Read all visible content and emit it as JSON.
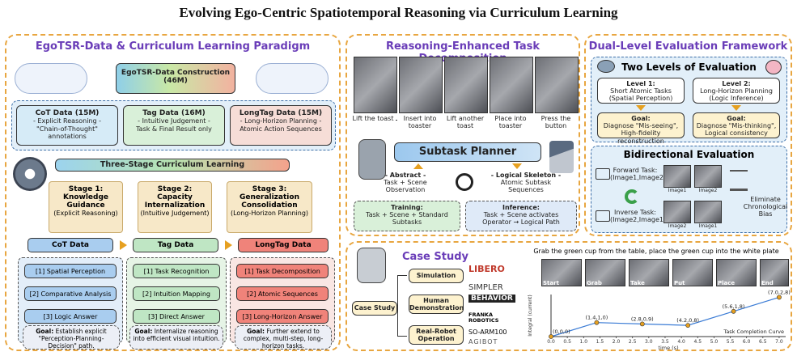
{
  "title": "Evolving Ego-Centric Spatiotemporal Reasoning via Curriculum Learning",
  "left": {
    "title": "EgoTSR-Data & Curriculum Learning Paradigm",
    "construction": "EgoTSR-Data Construction (46M)",
    "cot": {
      "title": "CoT Data (15M)",
      "l1": "- Explicit Reasoning -",
      "l2": "\"Chain-of-Thought\" annotations"
    },
    "tag": {
      "title": "Tag Data (16M)",
      "l1": "- Intuitive Judgement -",
      "l2": "Task & Final Result only"
    },
    "long": {
      "title": "LongTag Data (15M)",
      "l1": "- Long-Horizon Planning -",
      "l2": "Atomic Action Sequences"
    },
    "curriculum": "Three-Stage Curriculum Learning",
    "stage1": {
      "a": "Stage 1:",
      "b": "Knowledge",
      "c": "Guidance",
      "d": "(Explicit Reasoning)"
    },
    "stage2": {
      "a": "Stage 2:",
      "b": "Capacity",
      "c": "Internalization",
      "d": "(Intuitive Judgement)"
    },
    "stage3": {
      "a": "Stage 3:",
      "b": "Generalization",
      "c": "Consolidation",
      "d": "(Long-Horizon Planning)"
    },
    "col1": {
      "head": "CoT Data",
      "s1": "[1] Spatial Perception",
      "s2": "[2] Comparative Analysis",
      "s3": "[3] Logic Answer",
      "goal": "Establish explicit \"Perception-Planning-Decision\" path."
    },
    "col2": {
      "head": "Tag Data",
      "s1": "[1] Task Recognition",
      "s2": "[2] Intuition Mapping",
      "s3": "[3] Direct Answer",
      "goal": "Internalize reasoning into efficient visual intuition."
    },
    "col3": {
      "head": "LongTag Data",
      "s1": "[1] Task Decomposition",
      "s2": "[2] Atomic Sequences",
      "s3": "[3] Long-Horizon Answer",
      "goal": "Further extend to complex, multi-step, long-horizon tasks."
    },
    "goal_label": "Goal:"
  },
  "mid": {
    "title": "Reasoning-Enhanced Task Decomposition",
    "steps": [
      "Lift the toast",
      "Insert into toaster",
      "Lift another toast",
      "Place into toaster",
      "Press the button"
    ],
    "planner": "Subtask Planner",
    "abstract": {
      "a": "- Abstract -",
      "b": "Task + Scene",
      "c": "Observation"
    },
    "skeleton": {
      "a": "- Logical Skeleton -",
      "b": "Atomic Subtask",
      "c": "Sequences"
    },
    "training": {
      "a": "Training:",
      "b": "Task + Scene + Standard",
      "c": "Subtasks"
    },
    "inference": {
      "a": "Inference:",
      "b": "Task + Scene activates",
      "c": "Operator → Logical Path"
    }
  },
  "right": {
    "title": "Dual-Level Evaluation Framework",
    "two": "Two Levels of Evaluation",
    "lv1": {
      "a": "Level 1:",
      "b": "Short Atomic Tasks",
      "c": "(Spatial Perception)"
    },
    "lv2": {
      "a": "Level 2:",
      "b": "Long-Horizon Planning",
      "c": "(Logic Inference)"
    },
    "g1": {
      "a": "Goal:",
      "b": "Diagnose \"Mis-seeing\",",
      "c": "High-fidelity reconstruction"
    },
    "g2": {
      "a": "Goal:",
      "b": "Diagnose \"Mis-thinking\",",
      "c": "Logical consistency"
    },
    "bidir": "Bidirectional Evaluation",
    "fwd": {
      "a": "Forward Task:",
      "b": "(Image1,Image2)"
    },
    "inv": {
      "a": "Inverse Task:",
      "b": "(Image2,Image1)"
    },
    "img1": "Image1",
    "img2": "Image2",
    "elim": {
      "a": "Eliminate",
      "b": "Chronological",
      "c": "Bias"
    }
  },
  "case": {
    "title": "Case Study",
    "root": "Case Study",
    "sim": "Simulation",
    "human": {
      "a": "Human",
      "b": "Demonstration"
    },
    "real": {
      "a": "Real-Robot",
      "b": "Operation"
    },
    "logos": [
      "LIBERO",
      "SIMPLER",
      "BEHAVIOR",
      "FRANKA ROBOTICS",
      "SO-ARM100",
      "AGIBOT"
    ],
    "task": "Grab the green cup from the table, place the green cup into the white plate",
    "frames": [
      "Start",
      "Grab",
      "Take",
      "Put",
      "Place",
      "End"
    ],
    "curve_label": "Task Completion Curve"
  },
  "chart_data": {
    "type": "line",
    "title": "",
    "xlabel": "time (s)",
    "ylabel": "Integral (current)",
    "x": [
      0.0,
      1.4,
      2.8,
      4.2,
      5.6,
      7.0
    ],
    "y": [
      0.0,
      1.0,
      0.9,
      0.8,
      1.8,
      2.8
    ],
    "labels": [
      "(0,0,0)",
      "(1.4,1,0)",
      "(2.8,0,9)",
      "(4.2,0,8)",
      "(5.6,1,8)",
      "(7.0,2,8)"
    ],
    "xticks": [
      "0.0",
      "0.5",
      "1.0",
      "1.5",
      "2.0",
      "2.5",
      "3.0",
      "3.5",
      "4.0",
      "4.5",
      "5.0",
      "5.5",
      "6.0",
      "6.5",
      "7.0"
    ],
    "xlim": [
      0,
      7.2
    ],
    "ylim": [
      0,
      3.0
    ],
    "series_name": "Task Completion Curve",
    "color": "#3a7bd5"
  },
  "colors": {
    "accent": "#6a3db8",
    "orange": "#e6a020",
    "blue": "#a9cdef",
    "green": "#bfe6c4",
    "red": "#f0837a"
  }
}
